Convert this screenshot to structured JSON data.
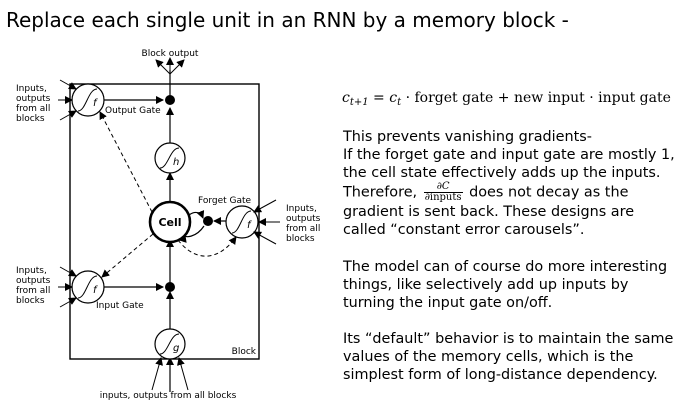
{
  "title": "Replace each single unit in an RNN by a memory block -",
  "diagram": {
    "block_output": "Block output",
    "block_label": "Block",
    "cell_label": "Cell",
    "output_gate_label": "Output Gate",
    "forget_gate_label": "Forget Gate",
    "input_gate_label": "Input Gate",
    "bottom_label": "inputs, outputs from all blocks",
    "side_label_lines": [
      "Inputs,",
      "outputs",
      "from all",
      "blocks"
    ],
    "gate_f": "f",
    "h_unit": "h",
    "g_unit": "g"
  },
  "equation": {
    "lhs_var": "c",
    "lhs_sub": "t+1",
    "eq": " = ",
    "rhs_var": "c",
    "rhs_sub": "t",
    "rhs_text": " · forget gate + new input · input gate"
  },
  "paragraphs": {
    "p1_line1": "This prevents vanishing gradients-",
    "p1_line2": "If the forget gate and input gate are mostly 1, the cell state effectively adds up the inputs. Therefore,",
    "frac_num": "∂C",
    "frac_den": "∂inputs",
    "p1_line3": "does not decay as the gradient is sent back. These designs are called “constant error carousels”.",
    "p2": "The model can of course do more interesting things, like selectively add up inputs by turning the input gate on/off.",
    "p3": "Its “default” behavior is to maintain the same values of the memory cells, which is the simplest form of long-distance dependency."
  }
}
